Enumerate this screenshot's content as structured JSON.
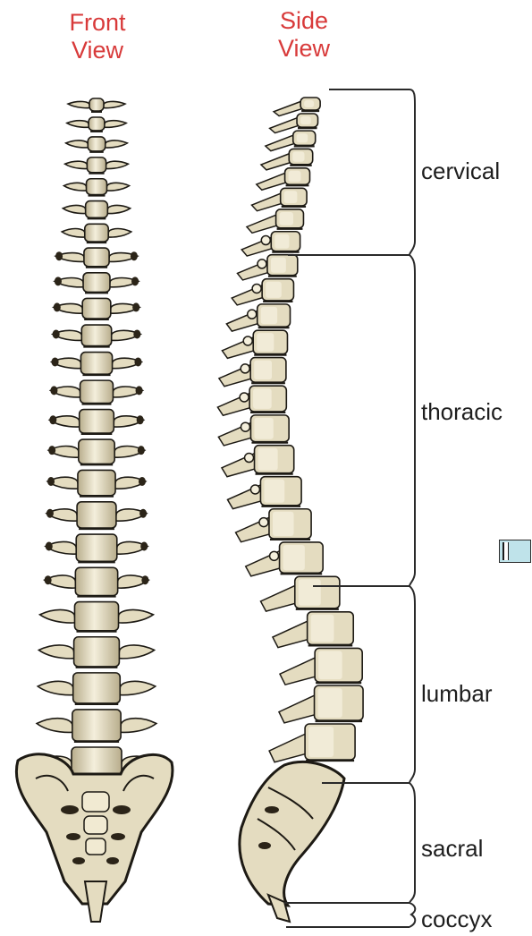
{
  "titles": {
    "front": "Front\nView",
    "side": "Side\nView"
  },
  "regions": [
    {
      "key": "cervical",
      "label": "cervical"
    },
    {
      "key": "thoracic",
      "label": "thoracic"
    },
    {
      "key": "lumbar",
      "label": "lumbar"
    },
    {
      "key": "sacral",
      "label": "sacral"
    },
    {
      "key": "coccyx",
      "label": "coccyx"
    }
  ],
  "colors": {
    "title": "#d83a3a",
    "bone": "#e4dcc0",
    "bone_light": "#f4efdc",
    "bone_shadow": "#a99f7f",
    "outline": "#1d1a14",
    "bracket": "#2a2a2a",
    "widget": "#bfe3ea"
  }
}
